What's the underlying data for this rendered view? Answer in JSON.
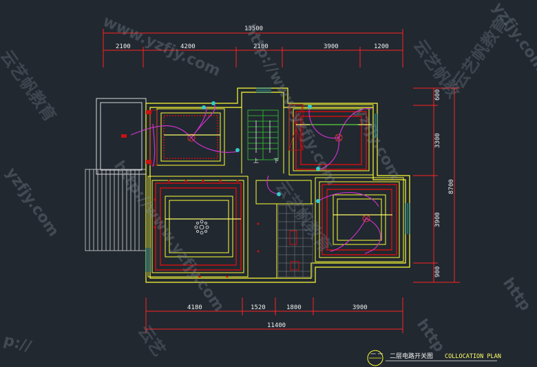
{
  "drawing": {
    "top_total": "13500",
    "top_segments": [
      "2100",
      "4200",
      "2100",
      "3900",
      "1200"
    ],
    "right_total": "8700",
    "right_segments": [
      "600",
      "3300",
      "3900",
      "900"
    ],
    "bottom_segments": [
      "4180",
      "1520",
      "1800",
      "3900"
    ],
    "bottom_total": "11400",
    "stair_up": "上",
    "stair_down": "下"
  },
  "title_block": {
    "title_cn": "二层电路开关图",
    "title_en": "COLLOCATION PLAN",
    "badge": "一 一"
  },
  "watermarks": {
    "url_1": "www.yzfjy.com",
    "url_2": "http://www.yzfjy.com",
    "url_3": "http://www.yzfjy.com",
    "url_4": "yzfjy.com",
    "url_5": "yzfjy.com",
    "url_6": "http",
    "url_7": "http",
    "url_8": "yzfjy.com",
    "url_9": "p://",
    "cn_1": "云艺帆教育",
    "cn_2": "云艺帆教育",
    "cn_3": "云艺帆教",
    "cn_4": "云艺帆教育",
    "cn_5": "云艺"
  },
  "colors": {
    "background": "#212830",
    "wall": "#ffff33",
    "ceiling_red": "#cc1111",
    "circuit": "#cc33cc",
    "dimension": "#ff2222",
    "text": "#f2f2f2",
    "switch": "#33cccc"
  }
}
